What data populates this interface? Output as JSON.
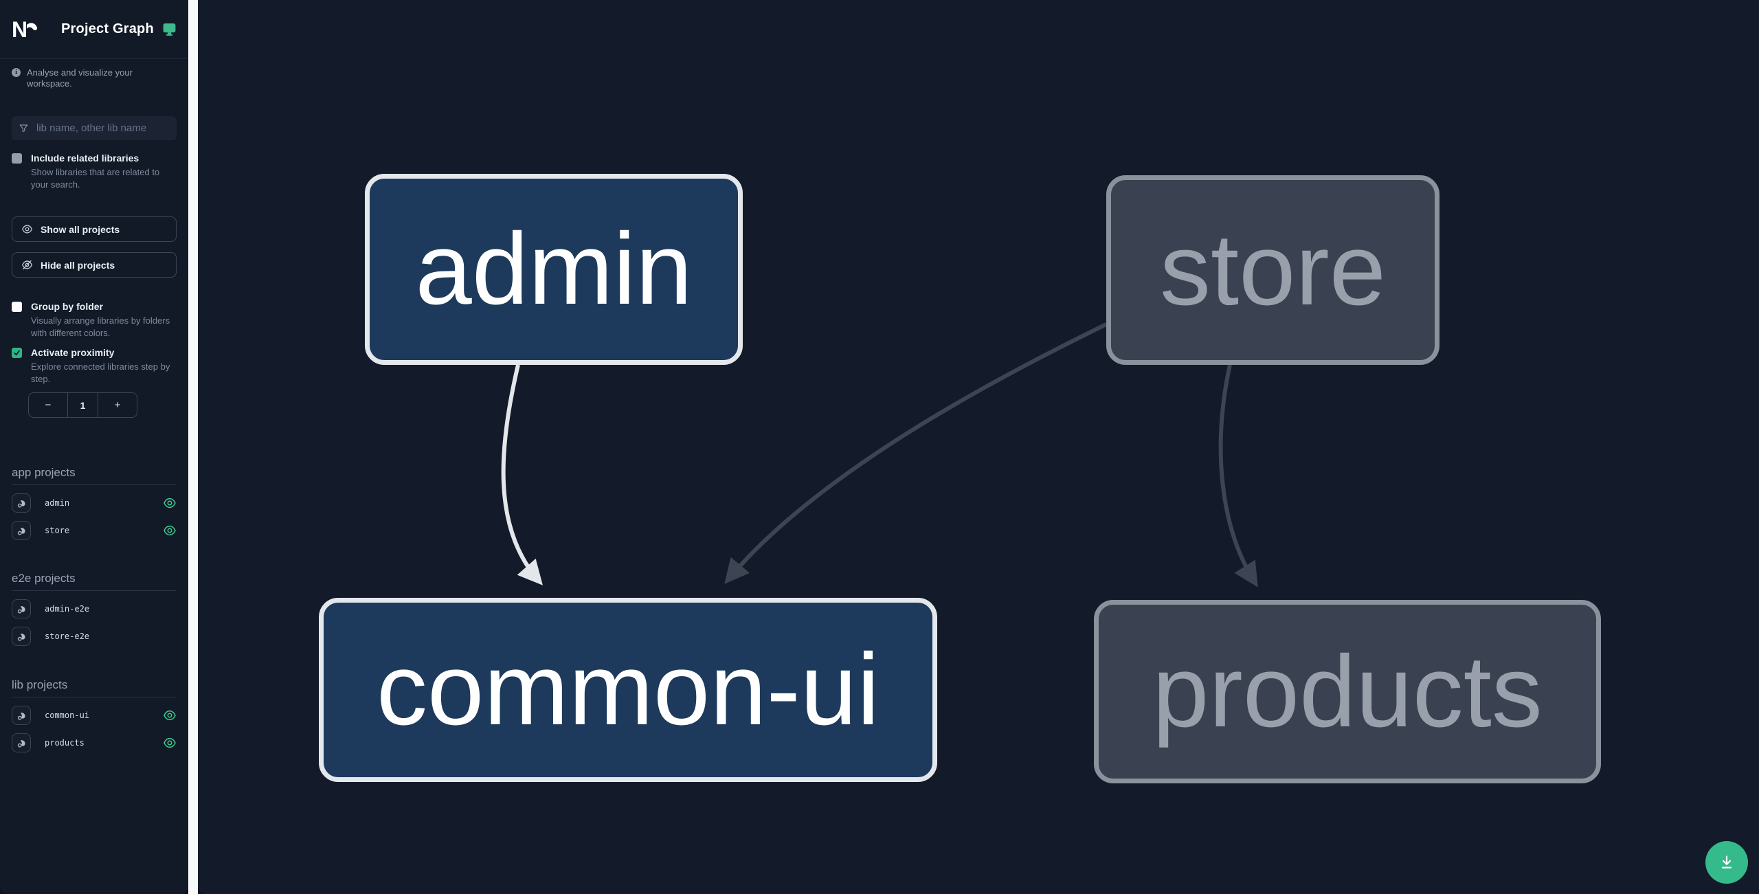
{
  "app": {
    "title": "Project Graph"
  },
  "intro": {
    "text": "Analyse and visualize your workspace."
  },
  "search": {
    "placeholder": "lib name, other lib name"
  },
  "options": {
    "include_related": {
      "label": "Include related libraries",
      "description": "Show libraries that are related to your search.",
      "checked": false
    },
    "group_by_folder": {
      "label": "Group by folder",
      "description": "Visually arrange libraries by folders with different colors.",
      "checked": false
    },
    "activate_proximity": {
      "label": "Activate proximity",
      "description": "Explore connected libraries step by step.",
      "checked": true
    }
  },
  "actions": {
    "show_all": "Show all projects",
    "hide_all": "Hide all projects"
  },
  "proximity_stepper": {
    "decrement": "−",
    "value": "1",
    "increment": "+"
  },
  "project_sections": [
    {
      "title": "app projects",
      "items": [
        {
          "name": "admin",
          "eye": true
        },
        {
          "name": "store",
          "eye": true
        }
      ]
    },
    {
      "title": "e2e projects",
      "items": [
        {
          "name": "admin-e2e",
          "eye": false
        },
        {
          "name": "store-e2e",
          "eye": false
        }
      ]
    },
    {
      "title": "lib projects",
      "items": [
        {
          "name": "common-ui",
          "eye": true
        },
        {
          "name": "products",
          "eye": true
        }
      ]
    }
  ],
  "graph": {
    "nodes": [
      {
        "id": "admin",
        "label": "admin",
        "type": "app",
        "state": "focused"
      },
      {
        "id": "store",
        "label": "store",
        "type": "app",
        "state": "unfocused"
      },
      {
        "id": "common-ui",
        "label": "common-ui",
        "type": "lib",
        "state": "focused"
      },
      {
        "id": "products",
        "label": "products",
        "type": "lib",
        "state": "unfocused"
      }
    ],
    "edges": [
      {
        "source": "admin",
        "target": "common-ui",
        "style": "highlighted"
      },
      {
        "source": "store",
        "target": "common-ui",
        "style": "dimmed"
      },
      {
        "source": "store",
        "target": "products",
        "style": "dimmed"
      }
    ]
  },
  "colors": {
    "accent_teal": "#3fb98c",
    "eye_green": "#3ecf8e",
    "node_focused_fill": "#1d3a5c",
    "node_focused_border": "#e4e8ed",
    "node_dimmed_fill": "#3a4150",
    "node_dimmed_border": "#8b919d",
    "edge_highlighted": "#e3e6ea",
    "edge_dimmed": "#3d4553",
    "download_button": "#35ba8b",
    "sidebar_bg": "#121a28",
    "canvas_bg": "#131a29"
  }
}
